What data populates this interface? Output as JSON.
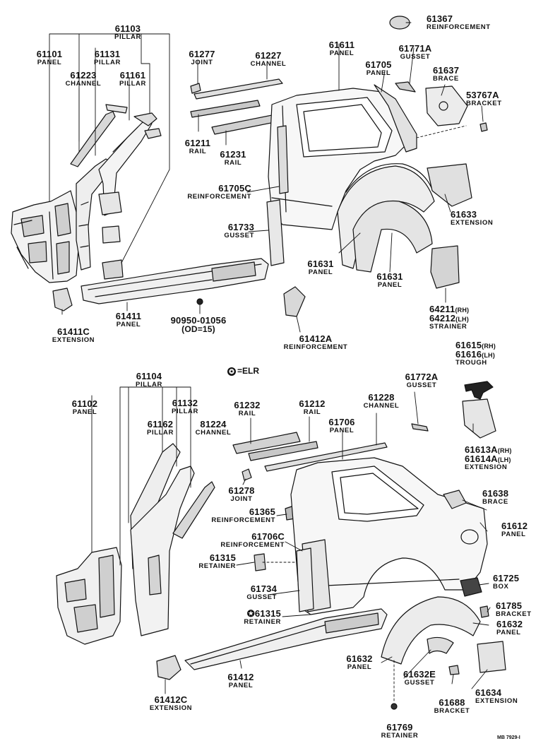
{
  "legend": {
    "elr_symbol": "✪",
    "elr_text": "=ELR"
  },
  "drawing_ref": "MB 7929-I",
  "labels": {
    "p61103": {
      "num": "61103",
      "name": "PILLAR"
    },
    "p61101": {
      "num": "61101",
      "name": "PANEL"
    },
    "p61131": {
      "num": "61131",
      "name": "PILLAR"
    },
    "p61223": {
      "num": "61223",
      "name": "CHANNEL"
    },
    "p61161": {
      "num": "61161",
      "name": "PILLAR"
    },
    "p61277": {
      "num": "61277",
      "name": "JOINT"
    },
    "p61227": {
      "num": "61227",
      "name": "CHANNEL"
    },
    "p61611": {
      "num": "61611",
      "name": "PANEL"
    },
    "p61705": {
      "num": "61705",
      "name": "PANEL"
    },
    "p61771A": {
      "num": "61771A",
      "name": "GUSSET"
    },
    "p61367": {
      "num": "61367",
      "name": "REINFORCEMENT"
    },
    "p61637": {
      "num": "61637",
      "name": "BRACE"
    },
    "p53767A": {
      "num": "53767A",
      "name": "BRACKET"
    },
    "p61211": {
      "num": "61211",
      "name": "RAIL"
    },
    "p61231": {
      "num": "61231",
      "name": "RAIL"
    },
    "p61705C": {
      "num": "61705C",
      "name": "REINFORCEMENT"
    },
    "p61633": {
      "num": "61633",
      "name": "EXTENSION"
    },
    "p61733": {
      "num": "61733",
      "name": "GUSSET"
    },
    "p61631a": {
      "num": "61631",
      "name": "PANEL"
    },
    "p61631b": {
      "num": "61631",
      "name": "PANEL"
    },
    "p64211": {
      "num": "64211",
      "suffix": "(RH)"
    },
    "p64212": {
      "num": "64212",
      "suffix": "(LH)",
      "name": "STRAINER"
    },
    "p61411": {
      "num": "61411",
      "name": "PANEL"
    },
    "p90950": {
      "num": "90950-01056",
      "name": "(OD=15)"
    },
    "p61411C": {
      "num": "61411C",
      "name": "EXTENSION"
    },
    "p61412A": {
      "num": "61412A",
      "name": "REINFORCEMENT"
    },
    "p61104": {
      "num": "61104",
      "name": "PILLAR"
    },
    "p61102": {
      "num": "61102",
      "name": "PANEL"
    },
    "p61132": {
      "num": "61132",
      "name": "PILLAR"
    },
    "p61162": {
      "num": "61162",
      "name": "PILLAR"
    },
    "p81224": {
      "num": "81224",
      "name": "CHANNEL"
    },
    "p61232": {
      "num": "61232",
      "name": "RAIL"
    },
    "p61212": {
      "num": "61212",
      "name": "RAIL"
    },
    "p61228": {
      "num": "61228",
      "name": "CHANNEL"
    },
    "p61706": {
      "num": "61706",
      "name": "PANEL"
    },
    "p61772A": {
      "num": "61772A",
      "name": "GUSSET"
    },
    "p61615": {
      "num": "61615",
      "suffix": "(RH)"
    },
    "p61616": {
      "num": "61616",
      "suffix": "(LH)",
      "name": "TROUGH"
    },
    "p61613A": {
      "num": "61613A",
      "suffix": "(RH)"
    },
    "p61614A": {
      "num": "61614A",
      "suffix": "(LH)",
      "name": "EXTENSION"
    },
    "p61278": {
      "num": "61278",
      "name": "JOINT"
    },
    "p61365": {
      "num": "61365",
      "name": "REINFORCEMENT"
    },
    "p61638": {
      "num": "61638",
      "name": "BRACE"
    },
    "p61706C": {
      "num": "61706C",
      "name": "REINFORCEMENT"
    },
    "p61612": {
      "num": "61612",
      "name": "PANEL"
    },
    "p61315a": {
      "num": "61315",
      "name": "RETAINER"
    },
    "p61725": {
      "num": "61725",
      "name": "BOX"
    },
    "p61734": {
      "num": "61734",
      "name": "GUSSET"
    },
    "p61785": {
      "num": "61785",
      "name": "BRACKET"
    },
    "p61315b": {
      "num": "✪61315",
      "name": "RETAINER"
    },
    "p61632a": {
      "num": "61632",
      "name": "PANEL"
    },
    "p61632b": {
      "num": "61632",
      "name": "PANEL"
    },
    "p61632E": {
      "num": "61632E",
      "name": "GUSSET"
    },
    "p61634": {
      "num": "61634",
      "name": "EXTENSION"
    },
    "p61412": {
      "num": "61412",
      "name": "PANEL"
    },
    "p61412C": {
      "num": "61412C",
      "name": "EXTENSION"
    },
    "p61688": {
      "num": "61688",
      "name": "BRACKET"
    },
    "p61769": {
      "num": "61769",
      "name": "RETAINER"
    }
  }
}
